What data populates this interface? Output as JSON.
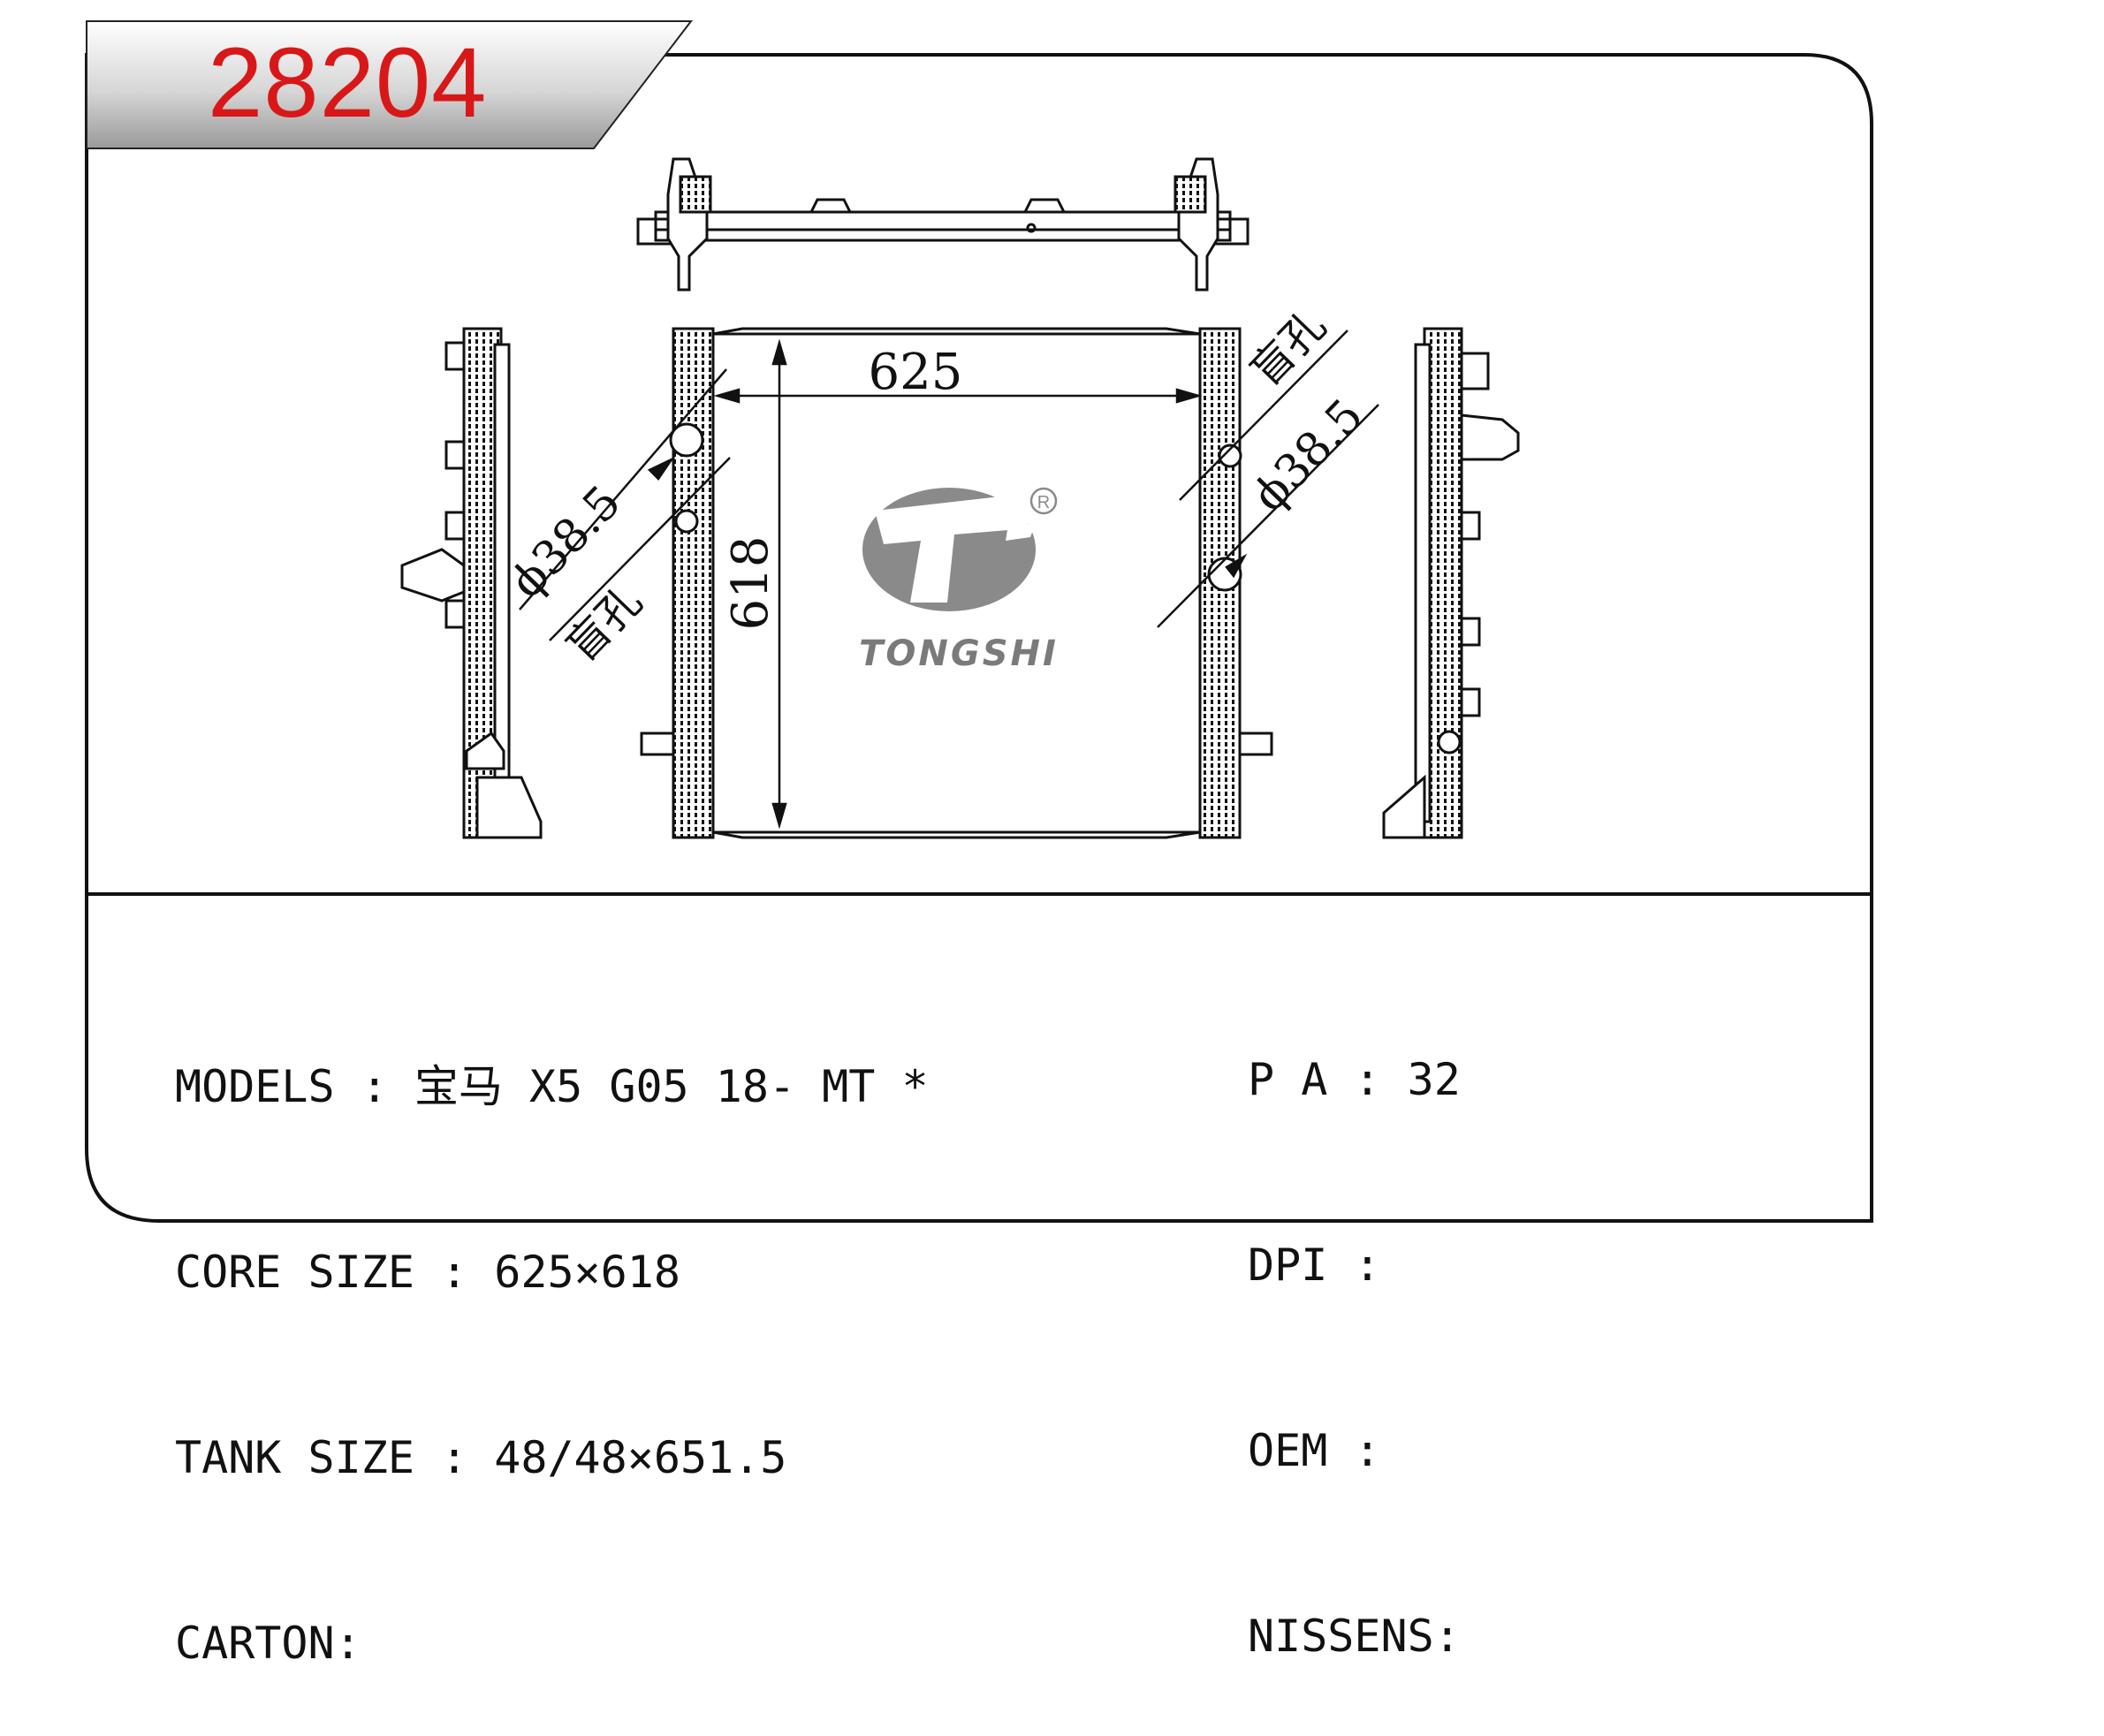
{
  "part_number": "28204",
  "brand": {
    "name": "TONGSHI",
    "registered_mark": "R"
  },
  "drawing": {
    "width_dimension": "625",
    "height_dimension": "618",
    "left_port_diameter": "ϕ38.5",
    "right_port_diameter": "ϕ38.5",
    "left_blind_hole": "盲孔",
    "right_blind_hole": "盲孔"
  },
  "specs_left": [
    {
      "label": "MODELS",
      "separator": " : ",
      "value": "宝马 X5 G05 18- MT *"
    },
    {
      "label": "CORE SIZE",
      "separator": " : ",
      "value": "625×618"
    },
    {
      "label": "TANK SIZE",
      "separator": " : ",
      "value": "48/48×651.5"
    },
    {
      "label": "CARTON",
      "separator": ":",
      "value": ""
    }
  ],
  "specs_right": [
    {
      "label": "P A",
      "separator": " : ",
      "value": "32"
    },
    {
      "label": "DPI",
      "separator": " :",
      "value": ""
    },
    {
      "label": "OEM",
      "separator": " :",
      "value": ""
    },
    {
      "label": "NISSENS",
      "separator": ":",
      "value": ""
    }
  ],
  "colors": {
    "part_number": "#d81818",
    "tab_fill": "#cfcfcf",
    "logo_gray": "#8a8a8a",
    "line": "#111111"
  }
}
